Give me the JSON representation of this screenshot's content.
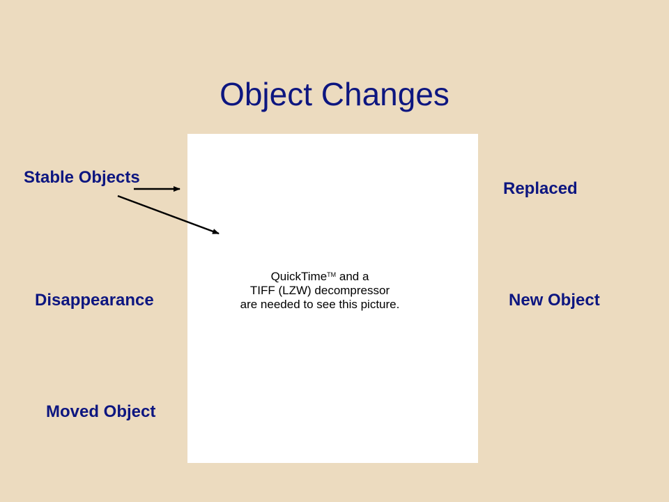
{
  "slide": {
    "title": "Object Changes",
    "labels": {
      "stable_objects": "Stable Objects",
      "disappearance": "Disappearance",
      "moved_object": "Moved Object",
      "replaced": "Replaced",
      "new_object": "New Object"
    },
    "picture_placeholder": {
      "line1_prefix": "QuickTime",
      "line1_tm": "TM",
      "line1_suffix": " and a",
      "line2": "TIFF (LZW) decompressor",
      "line3": "are needed to see this picture."
    }
  },
  "colors": {
    "background": "#ecdbbf",
    "text": "#0d1680"
  }
}
